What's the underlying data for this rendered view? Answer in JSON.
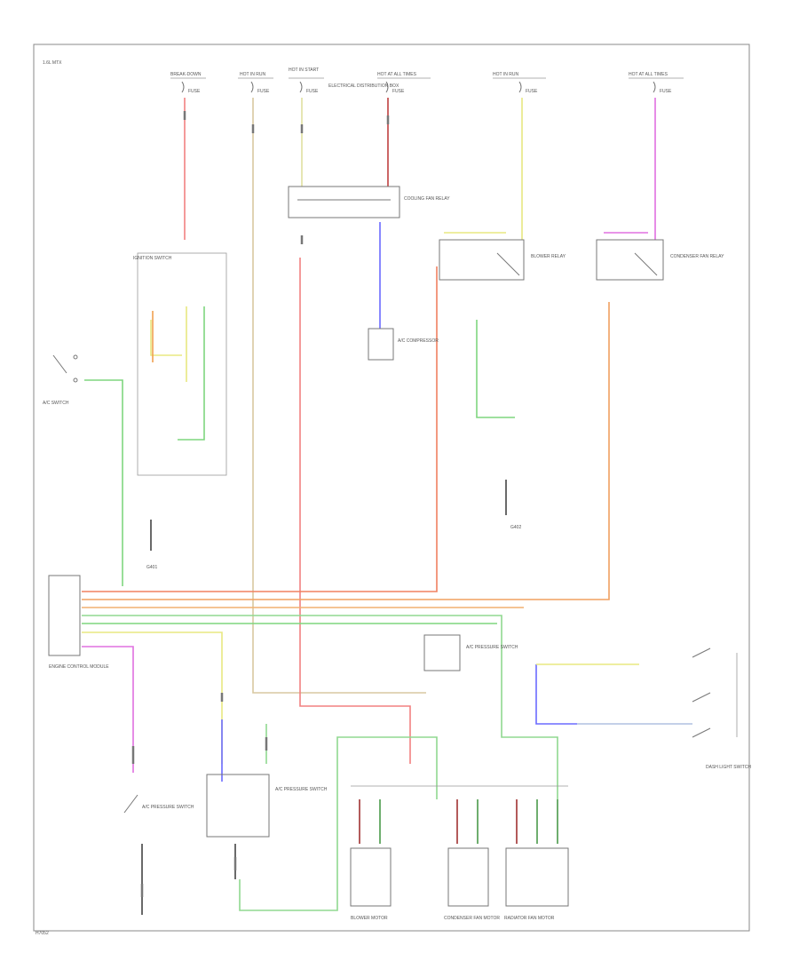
{
  "figure": {
    "corner_label": "1.6L MTX",
    "footer_code": "H7052"
  },
  "palette": {
    "red": "#f28080",
    "dark_red": "#a03030",
    "green": "#7fd67f",
    "dark_green": "#4a9a4a",
    "blue": "#6b6bff",
    "yellow": "#e8e880",
    "tan": "#d8c8a0",
    "violet": "#e070e0",
    "orange": "#f0a050",
    "black": "#444444"
  },
  "labels": [
    "BREAK-DOWN",
    "HOT IN RUN",
    "HOT IN START",
    "HOT AT ALL TIMES",
    "HOT IN RUN",
    "HOT AT ALL TIMES",
    "FUSE",
    "FUSE",
    "FUSE",
    "FUSE",
    "FUSE",
    "FUSE",
    "ELECTRICAL DISTRIBUTION BOX",
    "IGNITION SWITCH",
    "A/C SWITCH",
    "COOLING FAN RELAY",
    "BLOWER RELAY",
    "CONDENSER FAN RELAY",
    "A/C COMPRESSOR",
    "ENGINE CONTROL MODULE",
    "A/C PRESSURE SWITCH",
    "BLOWER MOTOR",
    "CONDENSER FAN MOTOR",
    "RADIATOR FAN MOTOR",
    "DASH LIGHT SWITCH",
    "G401",
    "G402"
  ]
}
